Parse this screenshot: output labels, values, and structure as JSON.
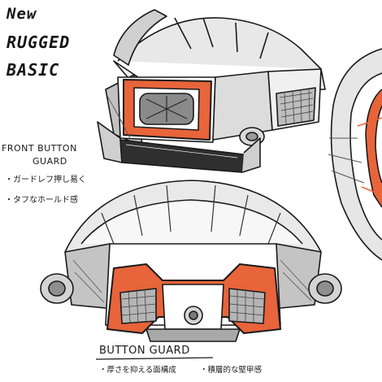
{
  "title": {
    "line1": "New",
    "line2": "RUGGED",
    "line3": "BASIC"
  },
  "front_button_guard": {
    "heading_line1": "FRONT BUTTON",
    "heading_line2": "GUARD",
    "note1": "・ガードレフ押し易く",
    "note2": "・タフなホールド感"
  },
  "button_guard": {
    "heading": "BUTTON GUARD",
    "note1": "・厚さを抑える面構成",
    "note2": "・積層的な堅甲感"
  },
  "colors": {
    "accent_orange": "#e8643a",
    "ink": "#1a1a1a",
    "shade": "#b8b8b8",
    "shade_dark": "#707070"
  }
}
